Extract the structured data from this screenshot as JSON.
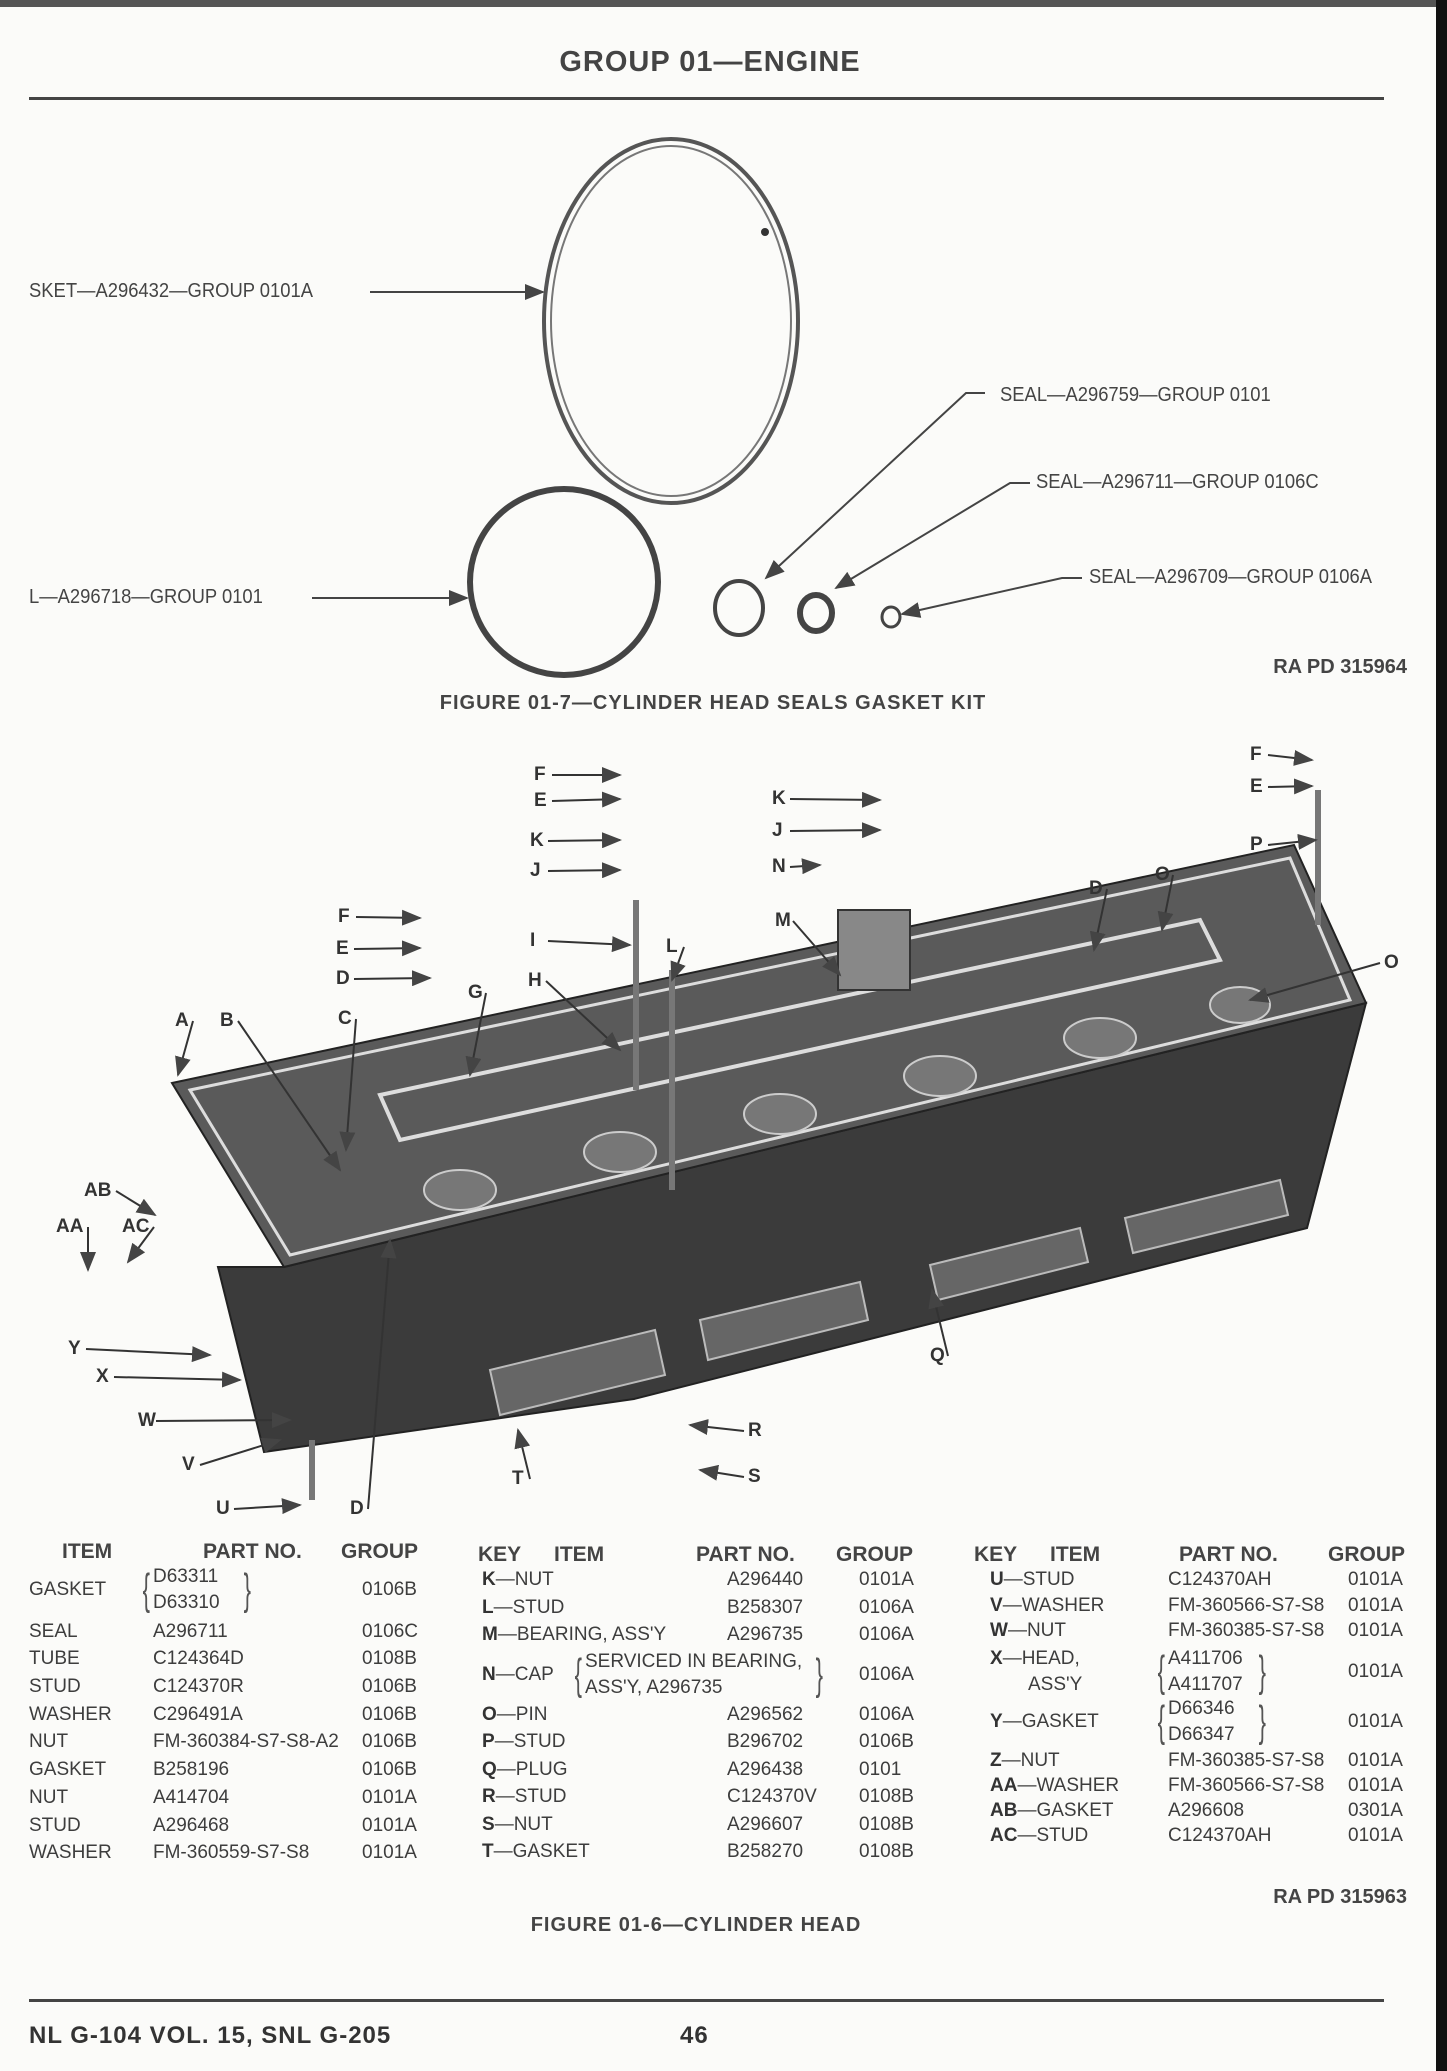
{
  "header": {
    "title": "GROUP 01—ENGINE"
  },
  "figure_7": {
    "callouts": [
      "SKET—A296432—GROUP 0101A",
      "SEAL—A296759—GROUP 0101",
      "SEAL—A296711—GROUP 0106C",
      "SEAL—A296709—GROUP 0106A",
      "L—A296718—GROUP 0101"
    ],
    "ra_pd": "RA PD 315964",
    "caption": "FIGURE 01-7—CYLINDER HEAD SEALS GASKET KIT"
  },
  "figure_6": {
    "labels": [
      "F",
      "E",
      "K",
      "J",
      "K",
      "J",
      "N",
      "M",
      "F",
      "E",
      "P",
      "D",
      "O",
      "O",
      "F",
      "E",
      "D",
      "I",
      "H",
      "L",
      "G",
      "C",
      "A",
      "B",
      "AB",
      "AA",
      "AC",
      "Y",
      "X",
      "W",
      "V",
      "U",
      "D",
      "T",
      "R",
      "S",
      "Q"
    ],
    "ra_pd": "RA PD 315963",
    "caption": "FIGURE 01-6—CYLINDER HEAD"
  },
  "table_left": {
    "headers": {
      "item": "ITEM",
      "part": "PART NO.",
      "group": "GROUP"
    },
    "rows": [
      {
        "item": "GASKET",
        "parts": [
          "D63311",
          "D63310"
        ],
        "group": "0106B"
      },
      {
        "item": "SEAL",
        "parts": [
          "A296711"
        ],
        "group": "0106C"
      },
      {
        "item": "TUBE",
        "parts": [
          "C124364D"
        ],
        "group": "0108B"
      },
      {
        "item": "STUD",
        "parts": [
          "C124370R"
        ],
        "group": "0106B"
      },
      {
        "item": "WASHER",
        "parts": [
          "C296491A"
        ],
        "group": "0106B"
      },
      {
        "item": "NUT",
        "parts": [
          "FM-360384-S7-S8-A2"
        ],
        "group": "0106B"
      },
      {
        "item": "GASKET",
        "parts": [
          "B258196"
        ],
        "group": "0106B"
      },
      {
        "item": "NUT",
        "parts": [
          "A414704"
        ],
        "group": "0101A"
      },
      {
        "item": "STUD",
        "parts": [
          "A296468"
        ],
        "group": "0101A"
      },
      {
        "item": "WASHER",
        "parts": [
          "FM-360559-S7-S8"
        ],
        "group": "0101A"
      }
    ]
  },
  "table_mid": {
    "headers": {
      "key": "KEY",
      "item": "ITEM",
      "part": "PART NO.",
      "group": "GROUP"
    },
    "rows": [
      {
        "key": "K",
        "item": "NUT",
        "parts": [
          "A296440"
        ],
        "group": "0101A"
      },
      {
        "key": "L",
        "item": "STUD",
        "parts": [
          "B258307"
        ],
        "group": "0106A"
      },
      {
        "key": "M",
        "item": "BEARING, ASS'Y",
        "parts": [
          "A296735"
        ],
        "group": "0106A"
      },
      {
        "key": "N",
        "item": "CAP",
        "parts": [
          "SERVICED IN BEARING,",
          "ASS'Y, A296735"
        ],
        "group": "0106A"
      },
      {
        "key": "O",
        "item": "PIN",
        "parts": [
          "A296562"
        ],
        "group": "0106A"
      },
      {
        "key": "P",
        "item": "STUD",
        "parts": [
          "B296702"
        ],
        "group": "0106B"
      },
      {
        "key": "Q",
        "item": "PLUG",
        "parts": [
          "A296438"
        ],
        "group": "0101"
      },
      {
        "key": "R",
        "item": "STUD",
        "parts": [
          "C124370V"
        ],
        "group": "0108B"
      },
      {
        "key": "S",
        "item": "NUT",
        "parts": [
          "A296607"
        ],
        "group": "0108B"
      },
      {
        "key": "T",
        "item": "GASKET",
        "parts": [
          "B258270"
        ],
        "group": "0108B"
      }
    ]
  },
  "table_right": {
    "headers": {
      "key": "KEY",
      "item": "ITEM",
      "part": "PART NO.",
      "group": "GROUP"
    },
    "rows": [
      {
        "key": "U",
        "item": "STUD",
        "parts": [
          "C124370AH"
        ],
        "group": "0101A"
      },
      {
        "key": "V",
        "item": "WASHER",
        "parts": [
          "FM-360566-S7-S8"
        ],
        "group": "0101A"
      },
      {
        "key": "W",
        "item": "NUT",
        "parts": [
          "FM-360385-S7-S8"
        ],
        "group": "0101A"
      },
      {
        "key": "X",
        "item": "HEAD, ASS'Y",
        "parts": [
          "A411706",
          "A411707"
        ],
        "group": "0101A"
      },
      {
        "key": "Y",
        "item": "GASKET",
        "parts": [
          "D66346",
          "D66347"
        ],
        "group": "0101A"
      },
      {
        "key": "Z",
        "item": "NUT",
        "parts": [
          "FM-360385-S7-S8"
        ],
        "group": "0101A"
      },
      {
        "key": "AA",
        "item": "WASHER",
        "parts": [
          "FM-360566-S7-S8"
        ],
        "group": "0101A"
      },
      {
        "key": "AB",
        "item": "GASKET",
        "parts": [
          "A296608"
        ],
        "group": "0301A"
      },
      {
        "key": "AC",
        "item": "STUD",
        "parts": [
          "C124370AH"
        ],
        "group": "0101A"
      }
    ]
  },
  "footer": {
    "manual": "NL G-104 VOL. 15, SNL G-205",
    "page": "46"
  }
}
